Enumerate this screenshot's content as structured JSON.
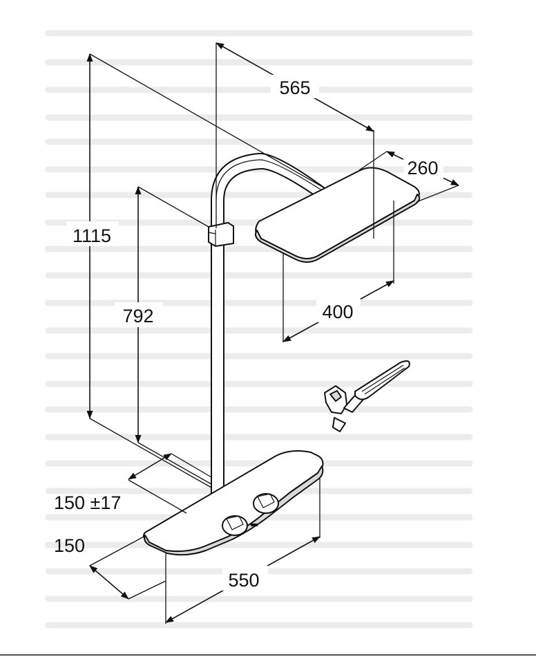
{
  "header": {
    "mark": ""
  },
  "colors": {
    "line": "#111111",
    "accent": "#2d4f8e",
    "shade": "#d9d9d9"
  },
  "dimensions": {
    "arm_length": "565",
    "head_depth": "260",
    "head_width": "400",
    "overall_height": "1115",
    "outlet_height": "792",
    "wall_offset": "150 ±17",
    "shelf_depth": "150",
    "shelf_width": "550"
  }
}
